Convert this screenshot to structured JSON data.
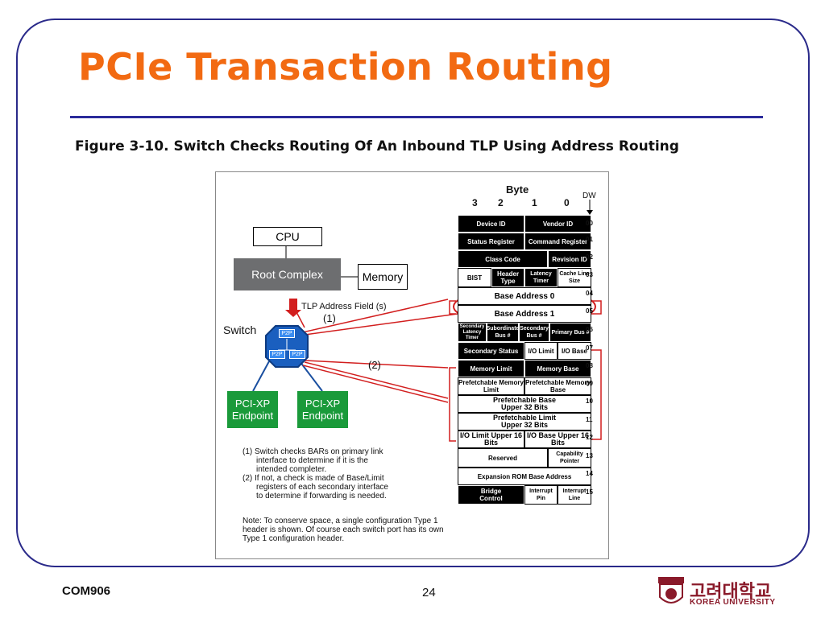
{
  "slide": {
    "title": "PCIe Transaction Routing",
    "caption": "Figure 3-10. Switch Checks Routing Of An Inbound TLP Using Address Routing"
  },
  "diagram": {
    "cpu": "CPU",
    "root_complex": "Root Complex",
    "memory": "Memory",
    "tlp_label": "TLP Address Field (s)",
    "marker1": "(1)",
    "marker2": "(2)",
    "switch_label": "Switch",
    "p2p": "P2P",
    "endpoint_line1": "PCI-XP",
    "endpoint_line2": "Endpoint",
    "notes": [
      "(1) Switch checks BARs on primary link",
      "interface to determine if it is the",
      "intended completer.",
      "(2) If not, a check is made of Base/Limit",
      "registers of each secondary interface",
      "to determine if forwarding is needed."
    ],
    "note": [
      "Note: To conserve space, a single configuration Type 1",
      "header is shown. Of course each switch port has its own",
      "Type 1 configuration header."
    ]
  },
  "header_table": {
    "byte_label": "Byte",
    "byte_numbers": [
      "3",
      "2",
      "1",
      "0"
    ],
    "dw_label": "DW",
    "dw_numbers": [
      "00",
      "01",
      "02",
      "03",
      "04",
      "05",
      "06",
      "07",
      "08",
      "09",
      "10",
      "11",
      "12",
      "13",
      "14",
      "15"
    ],
    "cells": {
      "device_id": "Device ID",
      "vendor_id": "Vendor ID",
      "status": "Status Register",
      "command": "Command Register",
      "class_code": "Class Code",
      "revision_id": "Revision ID",
      "bist": "BIST",
      "header_type": "Header Type",
      "latency_timer": "Latency Timer",
      "cache_line": "Cache Line Size",
      "bar0": "Base Address 0",
      "bar1": "Base Address 1",
      "sec_latency": "Secondary Latency Timer",
      "subordinate_bus": "Subordinate Bus #",
      "secondary_bus": "Secondary Bus #",
      "primary_bus": "Primary Bus #",
      "secondary_status": "Secondary Status",
      "io_limit": "I/O Limit",
      "io_base": "I/O Base",
      "memory_limit": "Memory Limit",
      "memory_base": "Memory Base",
      "pf_mem_limit": "Prefetchable Memory Limit",
      "pf_mem_base": "Prefetchable Memory Base",
      "pf_base_upper": "Prefetchable Base Upper 32 Bits",
      "pf_limit_upper": "Prefetchable Limit Upper 32 Bits",
      "io_limit_upper": "I/O Limit Upper 16 Bits",
      "io_base_upper": "I/O Base Upper 16 Bits",
      "reserved": "Reserved",
      "cap_pointer": "Capability Pointer",
      "exp_rom": "Expansion ROM Base Address",
      "bridge_control": "Bridge Control",
      "int_pin": "Interrupt Pin",
      "int_line": "Interrupt Line"
    }
  },
  "footer": {
    "course": "COM906",
    "page": "24",
    "university_kr": "고려대학교",
    "university_en": "KOREA UNIVERSITY"
  },
  "colors": {
    "title": "#f26a12",
    "rule": "#2a2a9a",
    "endpoint": "#1a9a3a",
    "switch": "#1a5fbf",
    "route_line": "#d21e1e",
    "logo": "#8a1a2a"
  }
}
